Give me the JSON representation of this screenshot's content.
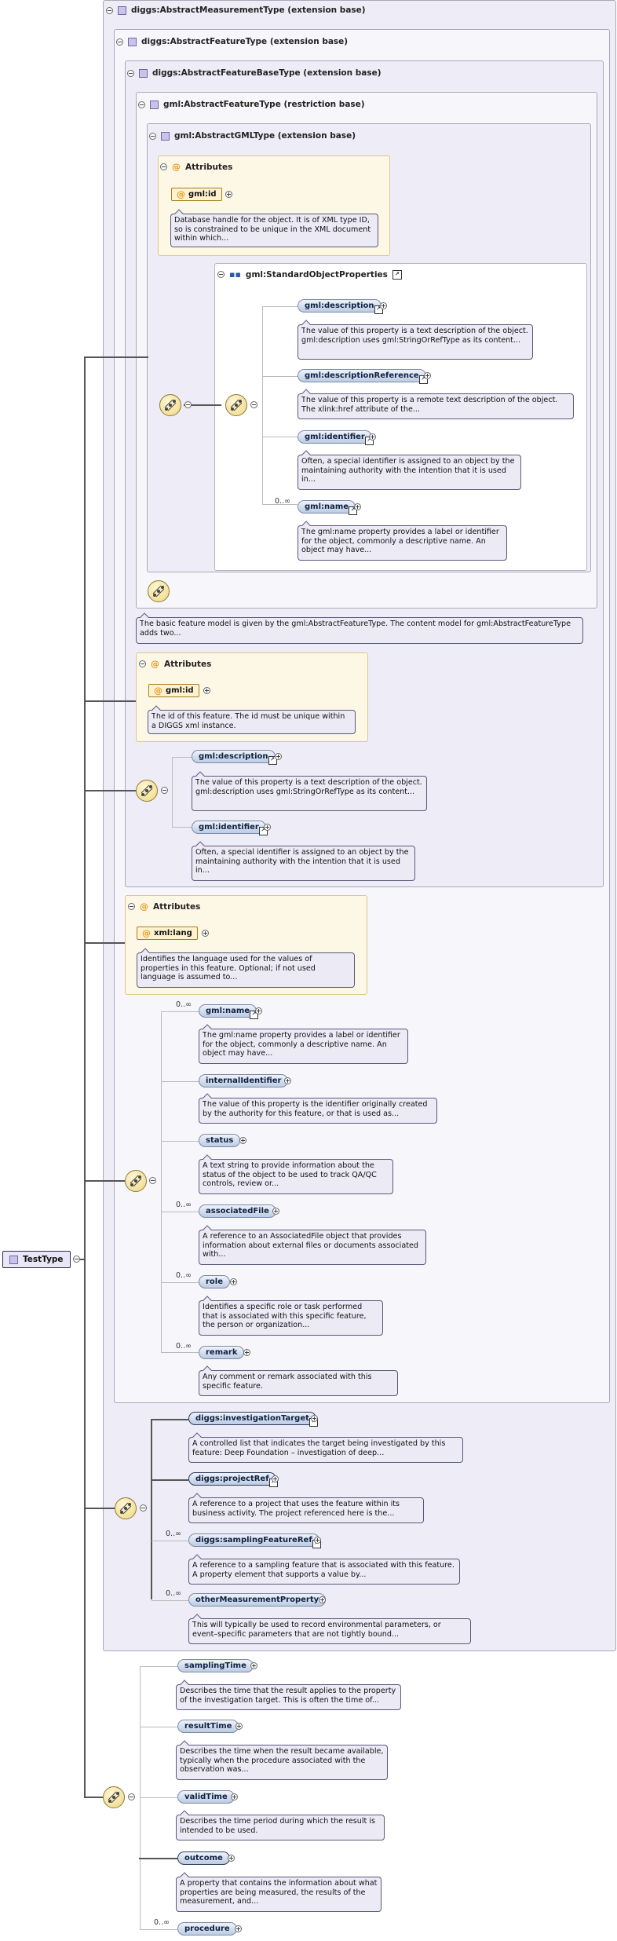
{
  "root": {
    "label": "TestType"
  },
  "types": {
    "measurement": "diggs:AbstractMeasurementType (extension base)",
    "feature": "diggs:AbstractFeatureType (extension base)",
    "feature_base": "diggs:AbstractFeatureBaseType (extension base)",
    "gml_feature": "gml:AbstractFeatureType (restriction base)",
    "gml": "gml:AbstractGMLType (extension base)"
  },
  "gml_attributes": {
    "title": "Attributes",
    "attr": "gml:id",
    "ann": "Database handle for the object. It is of XML type ID, so is constrained to be unique in the XML document within which..."
  },
  "standard_object": {
    "title": "gml:StandardObjectProperties",
    "elements": [
      {
        "label": "gml:description",
        "occ": "",
        "ann": "The value of this property is a text description of the object. gml:description uses gml:StringOrRefType as its content..."
      },
      {
        "label": "gml:descriptionReference",
        "occ": "",
        "ann": "The value of this property is a remote text description of the object. The xlink:href attribute of the..."
      },
      {
        "label": "gml:identifier",
        "occ": "",
        "ann": "Often, a special identifier is assigned to an object by the maintaining authority with the intention that it is used in..."
      },
      {
        "label": "gml:name",
        "occ": "0..∞",
        "ann": "The gml:name property provides a label or identifier for the object, commonly a descriptive name. An object may have..."
      }
    ]
  },
  "gml_feature_ann": "The basic feature model is given by the gml:AbstractFeatureType. The content model for gml:AbstractFeatureType adds two...",
  "base_attributes": {
    "title": "Attributes",
    "attr": "gml:id",
    "ann": "The id of this feature. The id must be unique within a DIGGS xml instance."
  },
  "base_elements": [
    {
      "label": "gml:description",
      "occ": "",
      "ann": "The value of this property is a text description of the object. gml:description uses gml:StringOrRefType as its content..."
    },
    {
      "label": "gml:identifier",
      "occ": "",
      "ann": "Often, a special identifier is assigned to an object by the maintaining authority with the intention that it is used in..."
    }
  ],
  "feature_attributes": {
    "title": "Attributes",
    "attr": "xml:lang",
    "ann": "Identifies the language used for the values of properties in this feature. Optional; if not used language is assumed to..."
  },
  "feature_elements": [
    {
      "label": "gml:name",
      "occ": "0..∞",
      "ann": "The gml:name property provides a label or identifier for the object, commonly a descriptive name. An object may have..."
    },
    {
      "label": "internalIdentifier",
      "occ": "",
      "ann": "The value of this property is the identifier originally created by the authority for this feature, or that is used as..."
    },
    {
      "label": "status",
      "occ": "",
      "ann": "A text string to provide information about the status of the object to be used to track QA/QC controls, review or..."
    },
    {
      "label": "associatedFile",
      "occ": "0..∞",
      "ann": "A reference to an AssociatedFile object that provides information about external files or documents associated with..."
    },
    {
      "label": "role",
      "occ": "0..∞",
      "ann": "Identifies a specific role or task performed that is associated with this specific feature, the person or organization..."
    },
    {
      "label": "remark",
      "occ": "0..∞",
      "ann": "Any comment or remark associated with this specific feature."
    }
  ],
  "measurement_elements": [
    {
      "label": "diggs:investigationTarget",
      "occ": "",
      "ann": "A controlled list that indicates the target being investigated by this feature: Deep Foundation – investigation of deep..."
    },
    {
      "label": "diggs:projectRef",
      "occ": "",
      "ann": "A reference to a project that uses the feature within its business activity. The project referenced here is the..."
    },
    {
      "label": "diggs:samplingFeatureRef",
      "occ": "0..∞",
      "ann": "A reference to a sampling feature that is associated with this feature. A property element that supports a value by..."
    },
    {
      "label": "otherMeasurementProperty",
      "occ": "0..∞",
      "ann": "This will typically be used to record environmental parameters, or event–specific parameters that are not tightly bound..."
    }
  ],
  "test_elements": [
    {
      "label": "samplingTime",
      "occ": "",
      "ann": "Describes the time that the result applies to the property of the investigation target. This is often the time of..."
    },
    {
      "label": "resultTime",
      "occ": "",
      "ann": "Describes the time when the result became available, typically when the procedure associated with the observation was..."
    },
    {
      "label": "validTime",
      "occ": "",
      "ann": "Describes the time period during which the result is intended to be used."
    },
    {
      "label": "outcome",
      "occ": "",
      "ann": "A property that contains the information about what properties are being measured, the results of the measurement, and..."
    },
    {
      "label": "procedure",
      "occ": "0..∞",
      "ann": ""
    }
  ]
}
